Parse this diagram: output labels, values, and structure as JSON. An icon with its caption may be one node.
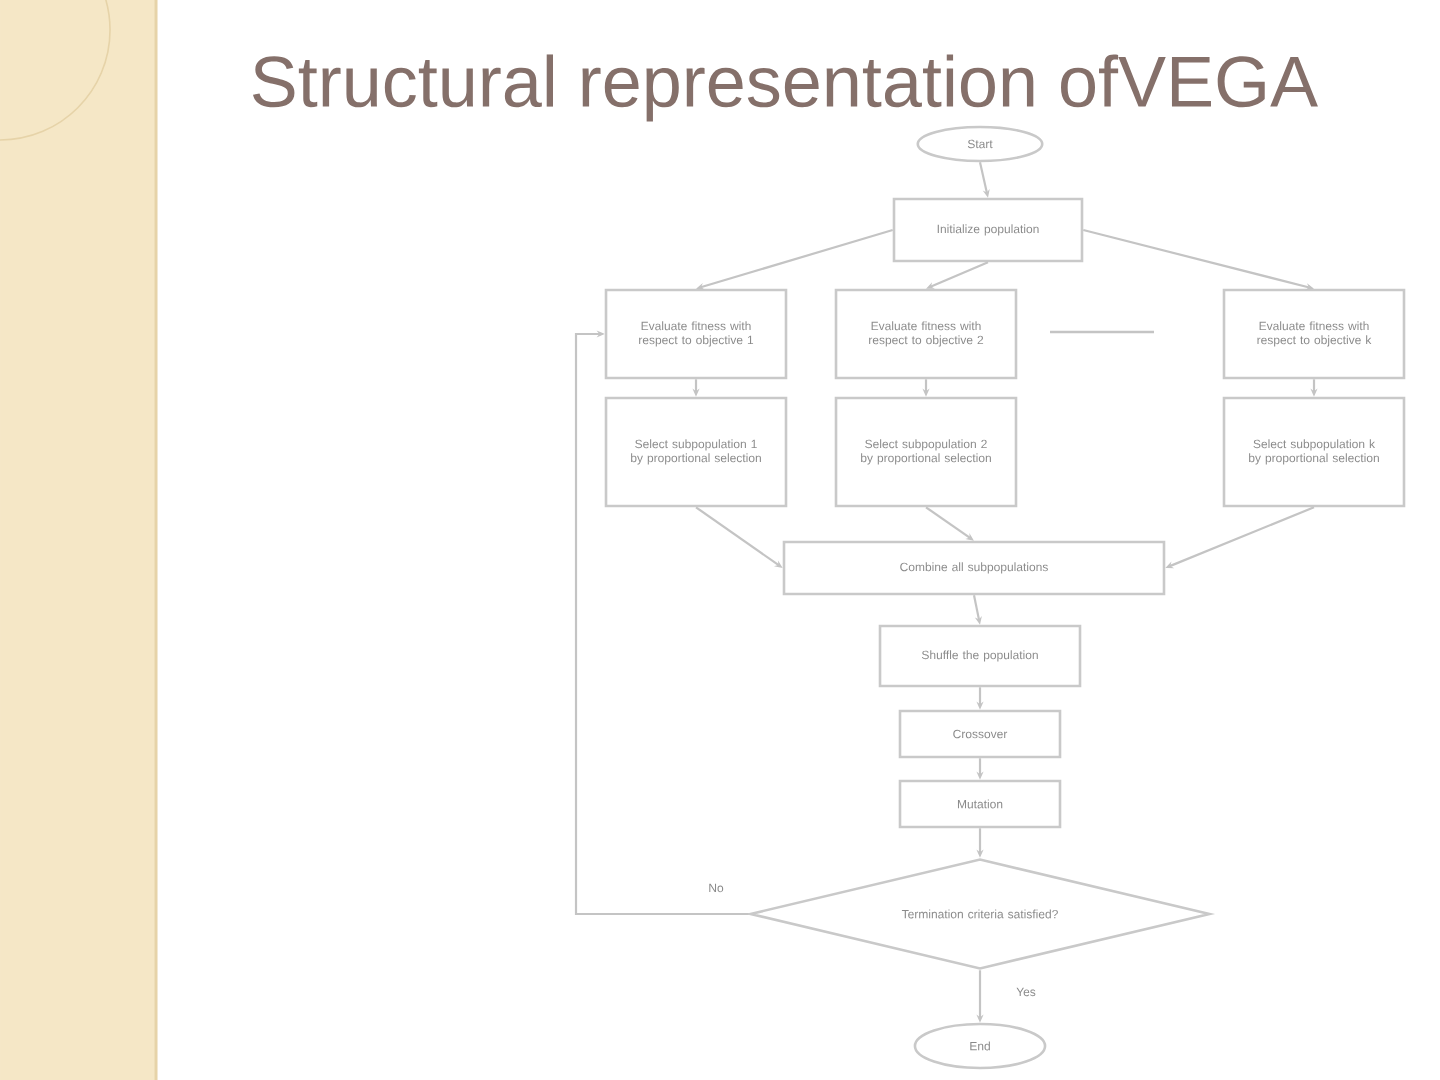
{
  "diagram": {
    "title": "Structural representation ofVEGA",
    "nodes": [
      {
        "text": [
          "Start"
        ]
      },
      {
        "text": [
          "Initialize population"
        ]
      },
      {
        "text": [
          "Evaluate fitness with respect to objective 1"
        ]
      },
      {
        "text": [
          "Evaluate fitness with respect to objective 2"
        ]
      },
      {
        "text": [
          "Evaluate fitness with respect to objective k"
        ]
      },
      {
        "text": [
          "Select subpopulation 1 by proportional selection"
        ]
      },
      {
        "text": [
          "Select subpopulation 2 by proportional selection"
        ]
      },
      {
        "text": [
          "Select subpopulation k by proportional selection"
        ]
      },
      {
        "text": [
          "Combine all subpopulations"
        ]
      },
      {
        "text": [
          "Shuffle the population"
        ]
      },
      {
        "text": [
          "Crossover"
        ]
      },
      {
        "text": [
          "Mutation"
        ]
      },
      {
        "text": [
          "Termination criteria satisfied?"
        ]
      },
      {
        "text": [
          "End"
        ]
      }
    ],
    "edges": [
      {
        "from": 0,
        "to": 1,
        "arrow": "to"
      },
      {
        "from": 1,
        "to": 2,
        "arrow": "to"
      },
      {
        "from": 1,
        "to": 3,
        "arrow": "to"
      },
      {
        "from": 1,
        "to": 4,
        "arrow": "to"
      },
      {
        "from": 2,
        "to": 5,
        "arrow": "to"
      },
      {
        "from": 3,
        "to": 6,
        "arrow": "to"
      },
      {
        "from": 4,
        "to": 7,
        "arrow": "to"
      },
      {
        "from": 5,
        "to": 8,
        "arrow": "to"
      },
      {
        "from": 6,
        "to": 8,
        "arrow": "to"
      },
      {
        "from": 7,
        "to": 8,
        "arrow": "to"
      },
      {
        "from": 8,
        "to": 9,
        "arrow": "to"
      },
      {
        "from": 9,
        "to": 10,
        "arrow": "to"
      },
      {
        "from": 10,
        "to": 11,
        "arrow": "to"
      },
      {
        "from": 11,
        "to": 12,
        "arrow": "to"
      },
      {
        "from": 12,
        "to": 13,
        "arrow": "to",
        "label": "Yes"
      },
      {
        "from": 12,
        "to": 2,
        "arrow": "to",
        "label": "No"
      }
    ]
  }
}
